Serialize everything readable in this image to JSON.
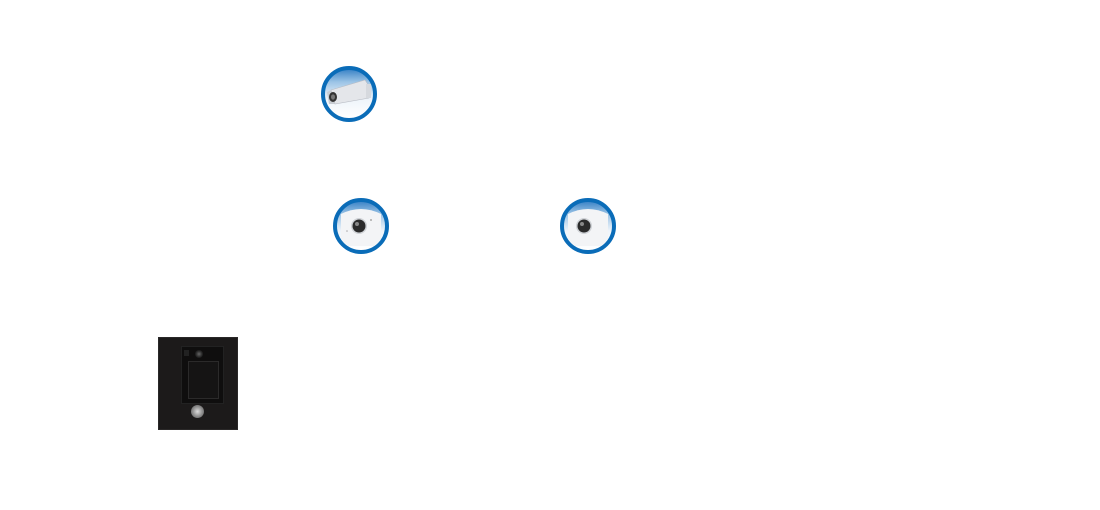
{
  "devices": [
    {
      "type": "bullet-camera",
      "icon": "bullet-camera-icon"
    },
    {
      "type": "dome-camera",
      "icon": "dome-camera-icon"
    },
    {
      "type": "dome-camera",
      "icon": "dome-camera-icon"
    },
    {
      "type": "door-station",
      "icon": "door-station-icon"
    }
  ],
  "colors": {
    "ring": "#0a6cb8",
    "door_station": "#1c1a1a"
  }
}
